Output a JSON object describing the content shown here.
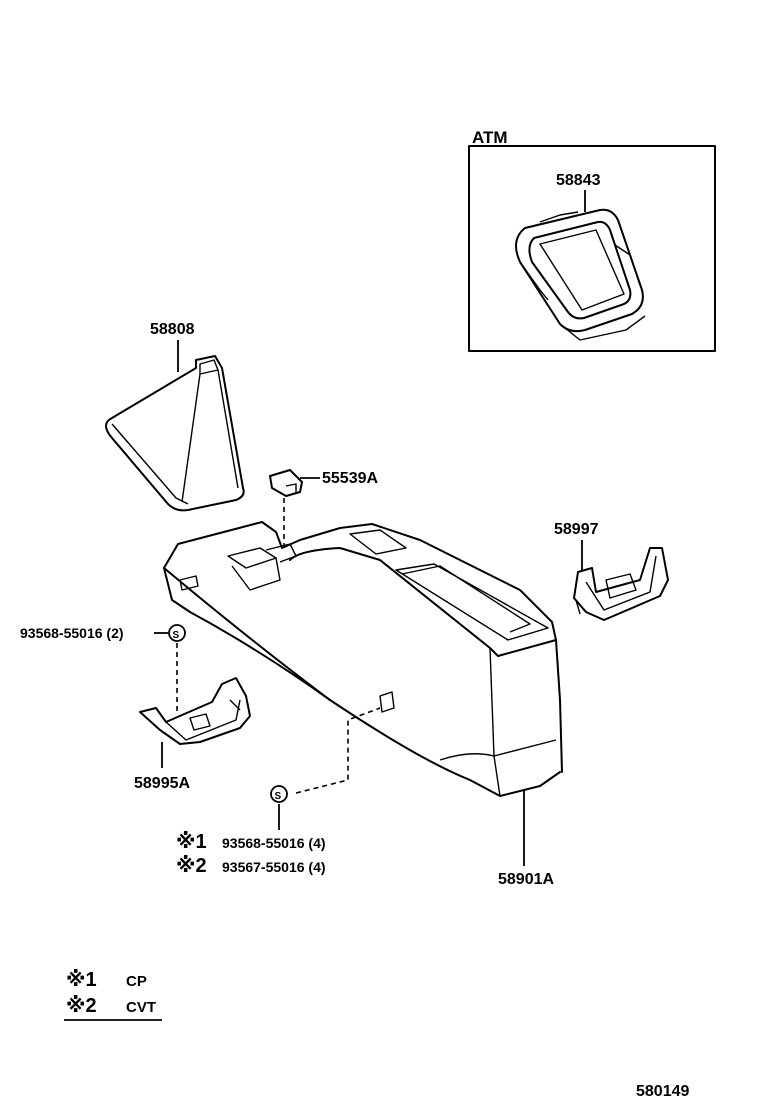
{
  "atm_box": {
    "title": "ATM",
    "part_number": "58843"
  },
  "parts": {
    "shift_boot": "58808",
    "clip": "55539A",
    "rear_bracket": "58997",
    "screw_side": "93568-55016 (2)",
    "front_bracket": "58995A",
    "console_box": "58901A"
  },
  "screw_marker": "S",
  "variant_screws": [
    {
      "mark": "※1",
      "number": "93568-55016 (4)"
    },
    {
      "mark": "※2",
      "number": "93567-55016 (4)"
    }
  ],
  "legend": [
    {
      "mark": "※1",
      "label": "CP"
    },
    {
      "mark": "※2",
      "label": "CVT"
    }
  ],
  "diagram_id": "580149"
}
